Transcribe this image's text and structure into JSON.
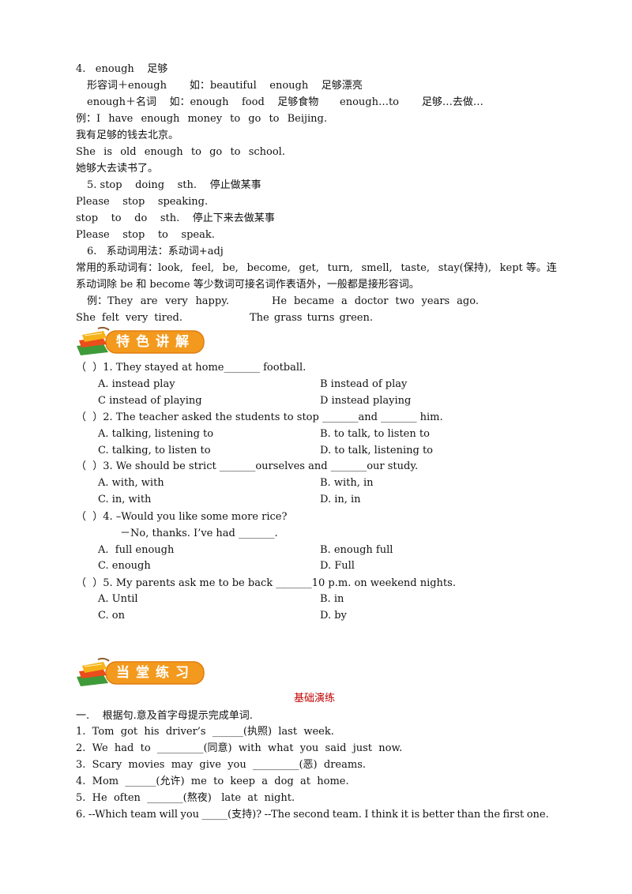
{
  "grammar": {
    "item4_title": "4.   enough    足够",
    "item4_l1": "形容词＋enough       如：beautiful    enough    足够漂亮",
    "item4_l2": "enough＋名词    如：enough    food    足够食物",
    "item4_l2b": "enough…to       足够…去做…",
    "ex4_words": [
      "例：I",
      "have",
      "enough",
      "money",
      "to",
      "go",
      "to",
      "Beijing."
    ],
    "ex4_cn": "我有足够的钱去北京。",
    "ex4b_words": [
      "She",
      "is",
      "old",
      "enough",
      "to",
      "go",
      "to",
      "school."
    ],
    "ex4b_cn": "她够大去读书了。",
    "item5_title": "5. stop    doing    sth.    停止做某事",
    "item5_ex1": "Please    stop    speaking.",
    "item5_l2": "stop    to    do    sth.    停止下来去做某事",
    "item5_ex2": "Please    stop    to    speak.",
    "item6_title": "6.   系动词用法：系动词+adj",
    "item6_l1_words": [
      "常用的系动词有：look,",
      "feel,",
      "be,",
      "become,",
      "get,",
      "turn,",
      "smell,",
      "taste,",
      "stay(保持),",
      "kept 等。连"
    ],
    "item6_l2": "系动词除 be 和 become 等少数词可接名词作表语外，一般都是接形容词。",
    "ex6_l1a_words": [
      "例：They",
      "are",
      "very",
      "happy."
    ],
    "ex6_l1b_words": [
      "He",
      "became",
      "a",
      "doctor",
      "two",
      "years",
      "ago."
    ],
    "ex6_l2a_words": [
      "She",
      "felt",
      "very",
      "tired."
    ],
    "ex6_l2b_words": [
      "The",
      "grass",
      "turns",
      "green."
    ]
  },
  "banner1": {
    "label": "特色讲解"
  },
  "banner2": {
    "label": "当堂练习"
  },
  "questions": [
    {
      "stem": "（  ）1. They stayed at home_______ football.",
      "a": "A. instead play",
      "b": "B instead of play",
      "c": "C instead of playing",
      "d": "D instead playing"
    },
    {
      "stem": "（  ）2. The teacher asked the students to stop _______and _______ him.",
      "a": "A. talking, listening to",
      "b": "B. to talk, to listen to",
      "c": "C. talking, to listen to",
      "d": "D. to talk, listening to"
    },
    {
      "stem": "（  ）3. We should be strict _______ourselves and _______our study.",
      "a": "A. with, with",
      "b": "B. with, in",
      "c": "C. in, with",
      "d": "D. in, in"
    },
    {
      "stem": "（  ）4. –Would you like some more rice?",
      "stem2": "－No, thanks. I’ve had _______.",
      "a": "A.  full enough",
      "b": "B. enough full",
      "c": "C. enough",
      "d": "D. Full"
    },
    {
      "stem": "（  ）5. My parents ask me to be back _______10 p.m. on weekend nights.",
      "a": "A. Until",
      "b": "B. in",
      "c": "C. on",
      "d": "D. by"
    }
  ],
  "practice": {
    "section_title": "基础演练",
    "heading": "一.    根据句.意及首字母提示完成单词.",
    "items": [
      "1.  Tom  got  his  driver’s  ______(执照)  last  week.",
      "2.  We  had  to  _________(同意)  with  what  you  said  just  now.",
      "3.  Scary  movies  may  give  you  _________(恶)  dreams.",
      "4.  Mom  ______(允许)  me  to  keep  a  dog  at  home.",
      "5.  He  often  _______(熬夜)   late  at  night."
    ],
    "item6_words": [
      "6.",
      "--Which",
      "team",
      "will",
      "you",
      "_____(支持)?",
      "--The",
      "second",
      "team.",
      "I",
      "think",
      "it",
      "is",
      "better",
      "than",
      "the",
      "first",
      "one."
    ]
  },
  "colors": {
    "banner_orange": "#f39a1e",
    "section_red": "#c00000"
  }
}
